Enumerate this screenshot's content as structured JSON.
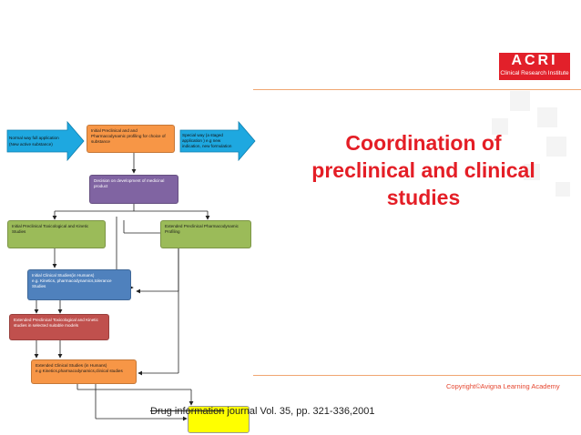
{
  "logo": {
    "name": "ACRI",
    "subtitle": "Clinical Research Institute"
  },
  "slide": {
    "title_lines": [
      "Coordination of",
      "preclinical and clinical",
      "studies"
    ],
    "copyright": "Copyright©Avigna Learning Academy",
    "citation_strike": "Drug information",
    "citation_rest": " journal Vol. 35, pp. 321-336,2001"
  },
  "flowchart": {
    "left_arrow": [
      "Normal way full application",
      "(New active substance)"
    ],
    "right_arrow": [
      "Special way (a staged",
      "application ) e.g new",
      "indication, new formulation"
    ],
    "initial": [
      "Initial Preclinical and and",
      "Pharmacodynamic profiling for choice of",
      "substance"
    ],
    "decision": [
      "Decision on development of medicinal",
      "product"
    ],
    "tox": [
      "Initial Preclinical Toxicological and Kinetic",
      "Studies"
    ],
    "extended_pd": [
      "Extended Preclinical Pharmacodynamic",
      "Profiling"
    ],
    "initial_clinical": [
      "Initial Clinical Studies(in Humans)",
      "e.g. Kinetics, pharmacodynamics,tolerance",
      "Studies"
    ],
    "extended_tox": [
      "Extended Preclinical Toxicological and Kinetic",
      "studies in selected suitable models"
    ],
    "extended_clinical": [
      "Extended Clinical Studies (in Humans)",
      "e.g Kinetics,pharmacodynamics,clinical studies"
    ]
  },
  "colors": {
    "accent_red": "#e41e26",
    "rule_orange": "#f0a672",
    "box_orange": "#f79646",
    "box_green": "#9bbb59",
    "box_purple": "#8064a2",
    "box_blue": "#4f81bd",
    "box_red": "#c0504d",
    "arrow_blue": "#1ea8e0",
    "box_yellow": "#ffff00"
  }
}
